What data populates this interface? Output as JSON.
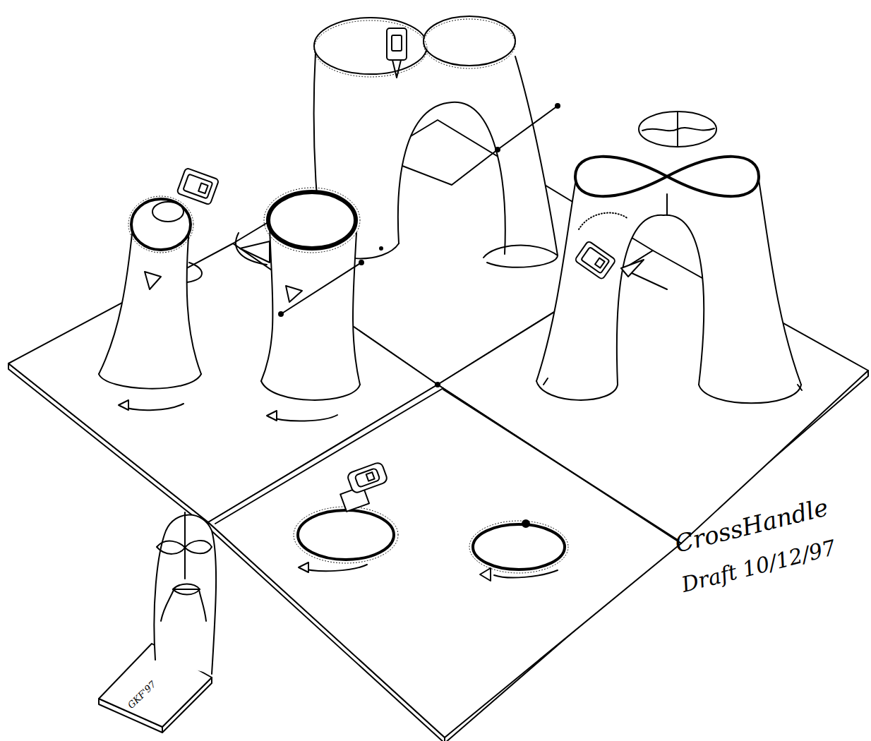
{
  "diagram": {
    "labels": [
      "CrossHandle",
      "Draft 10/12/97",
      "GKF'97"
    ]
  }
}
